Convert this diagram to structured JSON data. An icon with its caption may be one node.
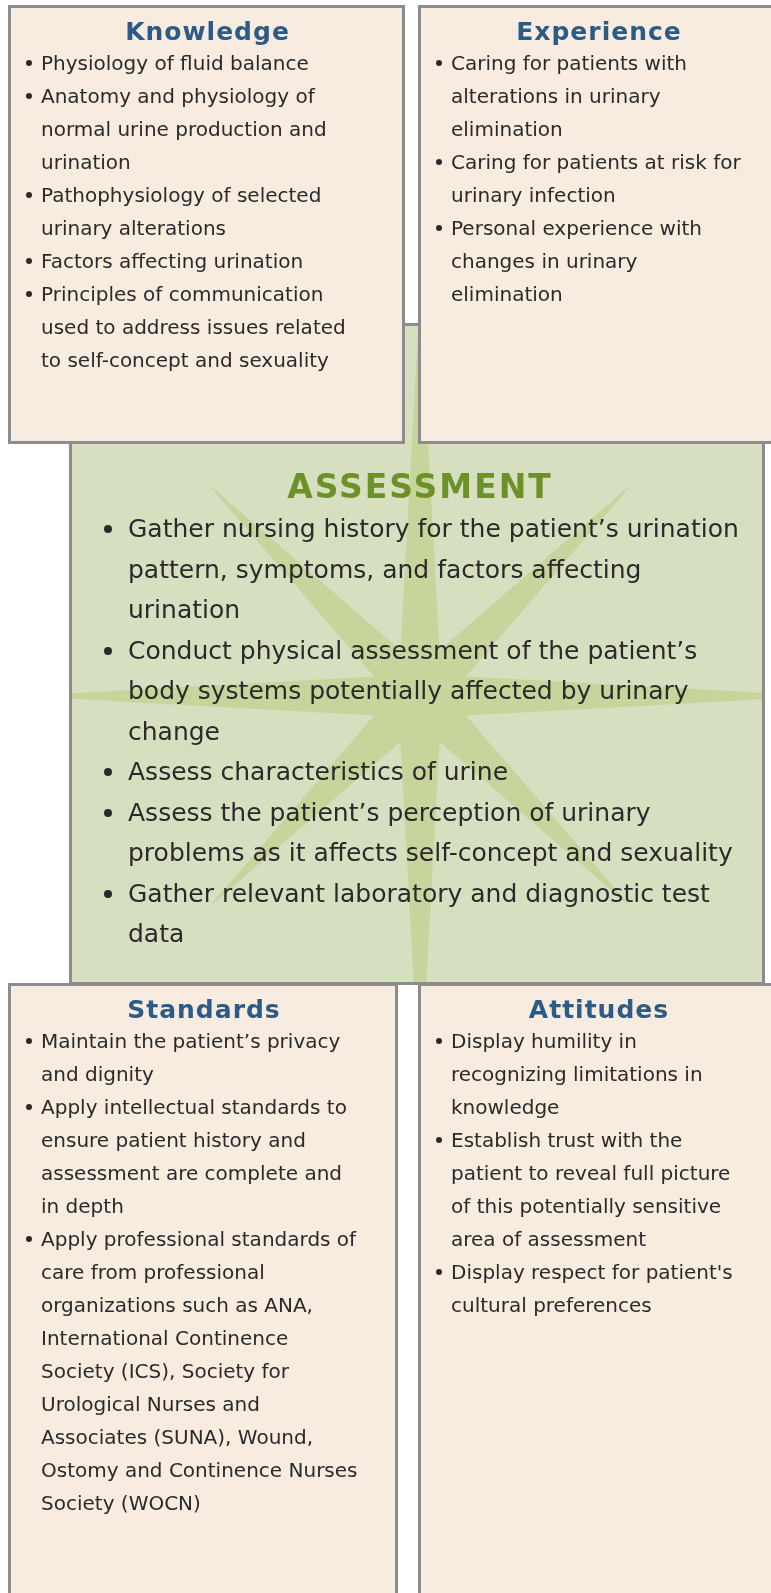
{
  "diagram": {
    "nodes": [
      {
        "text": [
          "Knowledge",
          "Physiology of fluid balance",
          "Anatomy and physiology of normal urine production and urination",
          "Pathophysiology of selected urinary alterations",
          "Factors affecting urination",
          "Principles of communication used to address issues related to self-concept and sexuality"
        ]
      },
      {
        "text": [
          "Experience",
          "Caring for patients with alterations in urinary elimination",
          "Caring for patients at risk for urinary infection",
          "Personal experience with changes in urinary elimination"
        ]
      },
      {
        "text": [
          "ASSESSMENT",
          "Gather nursing history for the patient’s urination pattern, symptoms, and factors affecting urination",
          "Conduct physical assessment of the patient’s body systems potentially affected by urinary change",
          "Assess characteristics of urine",
          "Assess the patient’s perception of urinary problems as it affects self-concept and sexuality",
          "Gather relevant laboratory and diagnostic test data"
        ]
      },
      {
        "text": [
          "Standards",
          "Maintain the patient’s privacy and dignity",
          "Apply intellectual standards to ensure patient history and assessment are complete and in depth",
          "Apply professional standards of care from professional organizations such as ANA, International Continence Society (ICS), Society for Urological Nurses and Associates (SUNA), Wound, Ostomy and Continence Nurses Society (WOCN)"
        ]
      },
      {
        "text": [
          "Attitudes",
          "Display humility in recognizing limitations in knowledge",
          "Establish trust with the patient to reveal full picture of this potentially sensitive area of assessment",
          "Display respect for patient's cultural preferences"
        ]
      }
    ]
  }
}
